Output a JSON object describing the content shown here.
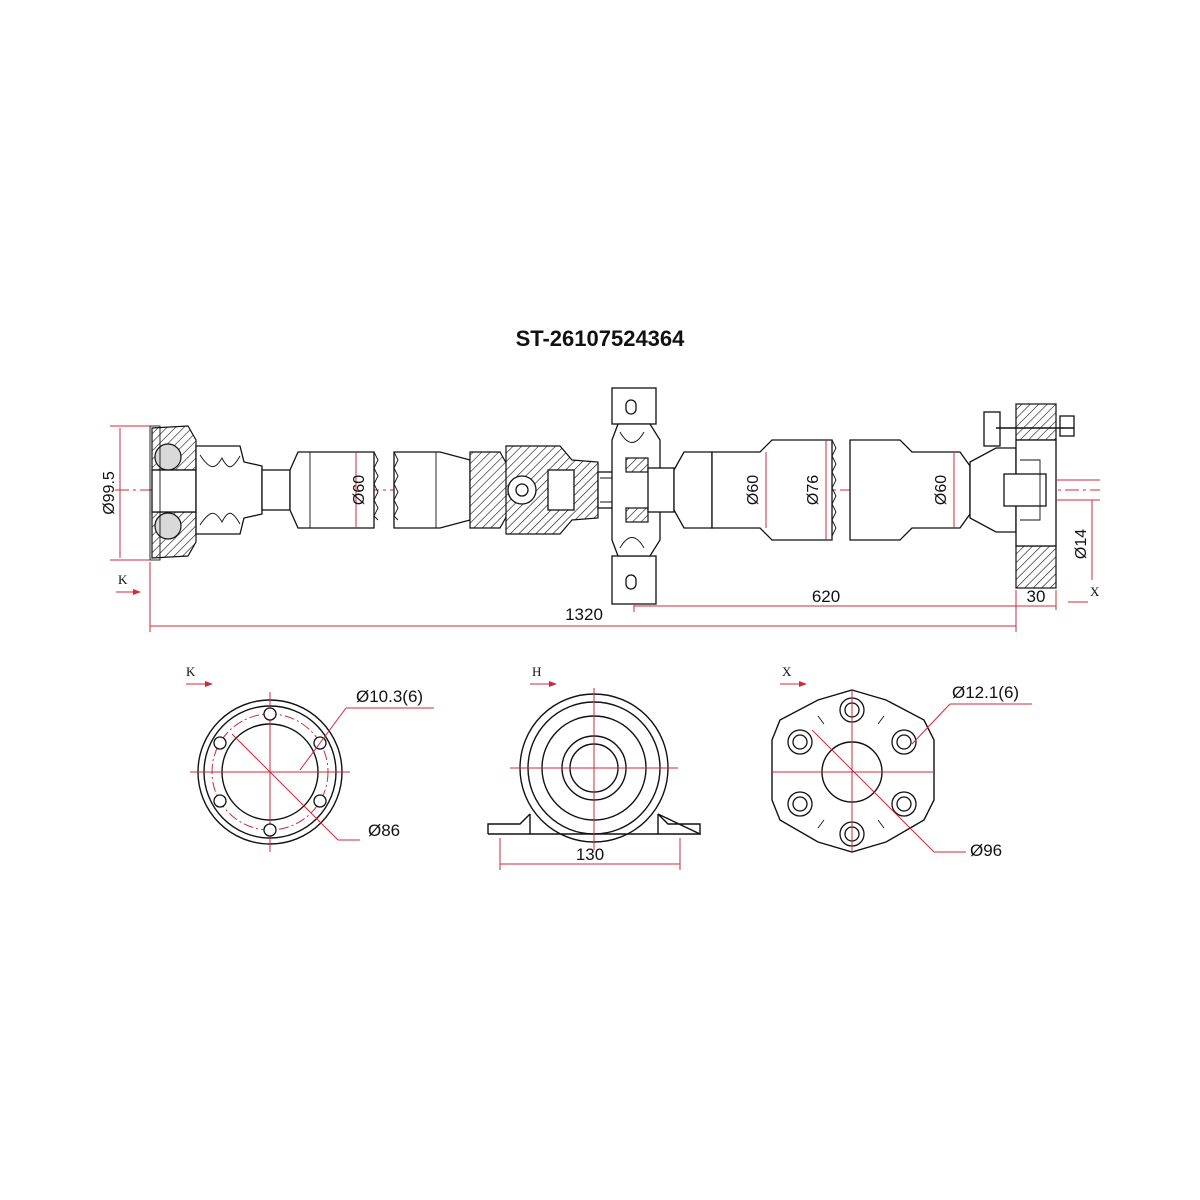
{
  "drawing": {
    "part_number": "ST-26107524364"
  },
  "side_view": {
    "dim_flange_dia": "Ø99.5",
    "dim_tube_dia_left": "Ø60",
    "dim_tube_dia_mid": "Ø60",
    "dim_tube_dia_large": "Ø76",
    "dim_tube_dia_right": "Ø60",
    "dim_pin_dia": "Ø14",
    "dim_total_length": "1320",
    "dim_rear_length": "620",
    "dim_coupling_width": "30",
    "marker_k": "K",
    "marker_x": "X"
  },
  "view_k": {
    "marker": "K",
    "hole_dim": "Ø10.3(6)",
    "pcd_dim": "Ø86"
  },
  "view_h": {
    "marker": "H",
    "width_dim": "130"
  },
  "view_x": {
    "marker": "X",
    "hole_dim": "Ø12.1(6)",
    "pcd_dim": "Ø96"
  }
}
